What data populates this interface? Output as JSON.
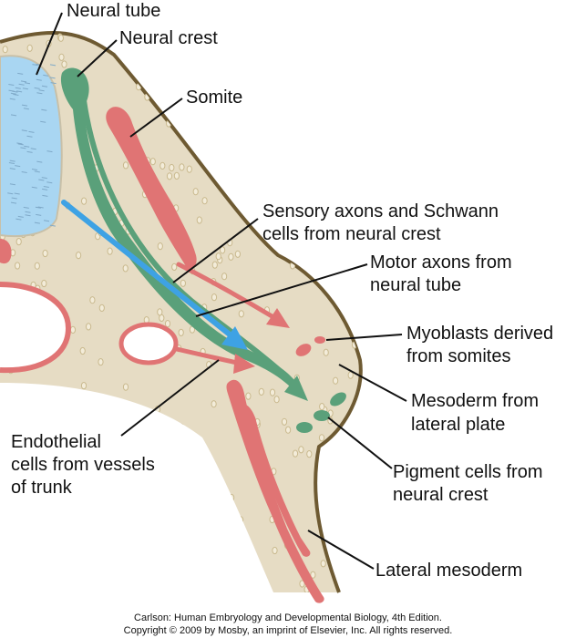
{
  "labels": {
    "neural_tube": "Neural tube",
    "neural_crest": "Neural crest",
    "somite": "Somite",
    "sensory_axons_1": "Sensory axons and Schwann",
    "sensory_axons_2": "cells from neural crest",
    "motor_axons_1": "Motor axons from",
    "motor_axons_2": "neural tube",
    "myoblasts_1": "Myoblasts derived",
    "myoblasts_2": "from somites",
    "mesoderm_1": "Mesoderm from",
    "mesoderm_2": "lateral plate",
    "pigment_1": "Pigment cells from",
    "pigment_2": "neural crest",
    "endothelial_1": "Endothelial",
    "endothelial_2": "cells from vessels",
    "endothelial_3": "of trunk",
    "lateral_mesoderm": "Lateral mesoderm"
  },
  "credit": {
    "line1": "Carlson: Human Embryology and Developmental Biology, 4th Edition.",
    "line2": "Copyright © 2009 by Mosby, an imprint of Elsevier, Inc. All rights reserved."
  },
  "colors": {
    "tissue": "#e6dcc4",
    "outline": "#6e5a32",
    "neural_tube": "#a9d6f2",
    "neural_crest": "#5aa07a",
    "somite": "#e07474",
    "motor_arrow": "#3ea2e4",
    "cell": "#c9b98e"
  }
}
